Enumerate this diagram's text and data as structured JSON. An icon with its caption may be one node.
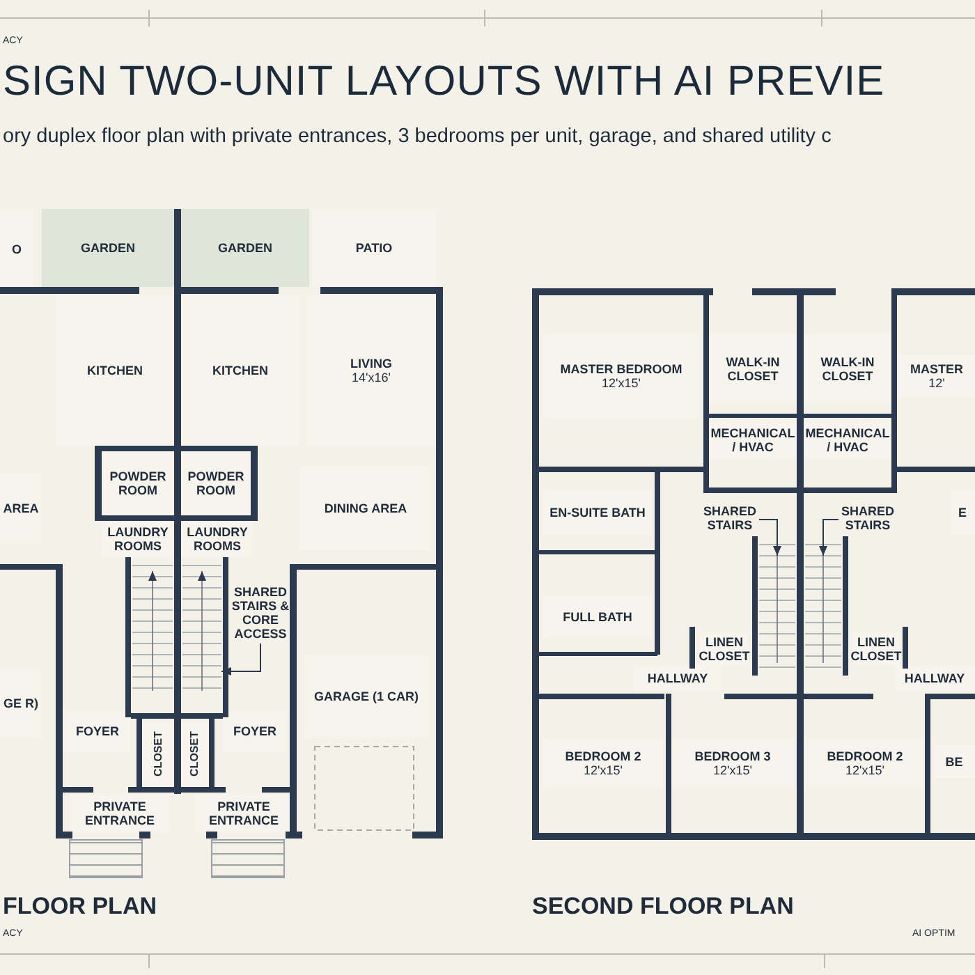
{
  "diagram": {
    "title": "SIGN TWO-UNIT LAYOUTS WITH AI PREVIE",
    "nodes": [
      {
        "text": [
          "O"
        ]
      },
      {
        "text": [
          "GARDEN"
        ]
      },
      {
        "text": [
          "GARDEN"
        ]
      },
      {
        "text": [
          "PATIO"
        ]
      },
      {
        "text": [
          "KITCHEN"
        ]
      },
      {
        "text": [
          "KITCHEN"
        ]
      },
      {
        "text": [
          "LIVING",
          "14'x16'"
        ]
      },
      {
        "text": [
          "POWDER ROOM"
        ]
      },
      {
        "text": [
          "POWDER ROOM"
        ]
      },
      {
        "text": [
          "AREA"
        ]
      },
      {
        "text": [
          "DINING AREA"
        ]
      },
      {
        "text": [
          "LAUNDRY ROOMS"
        ]
      },
      {
        "text": [
          "LAUNDRY ROOMS"
        ]
      },
      {
        "text": [
          "SHARED STAIRS & CORE ACCESS"
        ]
      },
      {
        "text": [
          "GE R)"
        ]
      },
      {
        "text": [
          "GARAGE (1 CAR)"
        ]
      },
      {
        "text": [
          "FOYER"
        ]
      },
      {
        "text": [
          "CLOSET"
        ]
      },
      {
        "text": [
          "CLOSET"
        ]
      },
      {
        "text": [
          "FOYER"
        ]
      },
      {
        "text": [
          "PRIVATE ENTRANCE"
        ]
      },
      {
        "text": [
          "PRIVATE ENTRANCE"
        ]
      },
      {
        "text": [
          "MASTER BEDROOM",
          "12'x15'"
        ]
      },
      {
        "text": [
          "WALK-IN CLOSET"
        ]
      },
      {
        "text": [
          "WALK-IN CLOSET"
        ]
      },
      {
        "text": [
          "MASTER",
          "12'"
        ]
      },
      {
        "text": [
          "MECHANICAL / HVAC"
        ]
      },
      {
        "text": [
          "MECHANICAL / HVAC"
        ]
      },
      {
        "text": [
          "EN-SUITE BATH"
        ]
      },
      {
        "text": [
          "E"
        ]
      },
      {
        "text": [
          "SHARED STAIRS"
        ]
      },
      {
        "text": [
          "SHARED STAIRS"
        ]
      },
      {
        "text": [
          "FULL BATH"
        ]
      },
      {
        "text": [
          "LINEN CLOSET"
        ]
      },
      {
        "text": [
          "LINEN CLOSET"
        ]
      },
      {
        "text": [
          "HALLWAY"
        ]
      },
      {
        "text": [
          "HALLWAY"
        ]
      },
      {
        "text": [
          "BEDROOM 2",
          "12'x15'"
        ]
      },
      {
        "text": [
          "BEDROOM 3",
          "12'x15'"
        ]
      },
      {
        "text": [
          "BEDROOM 2",
          "12'x15'"
        ]
      },
      {
        "text": [
          "BE"
        ]
      },
      {
        "text": [],
        "shape": "stairs"
      },
      {
        "text": [],
        "shape": "stairs"
      },
      {
        "text": [],
        "shape": "stairs"
      }
    ],
    "edges": [
      {
        "from": 13,
        "to": 41,
        "arrow": "to"
      },
      {
        "from": 30,
        "to": 42,
        "arrow": "to"
      },
      {
        "from": 31,
        "to": 43,
        "arrow": "to"
      }
    ],
    "labels": [
      "ACY",
      "ory duplex floor plan with private entrances, 3 bedrooms per unit, garage, and shared utility c",
      "FLOOR PLAN",
      "SECOND FLOOR PLAN",
      "ACY",
      "AI OPTIM"
    ]
  }
}
